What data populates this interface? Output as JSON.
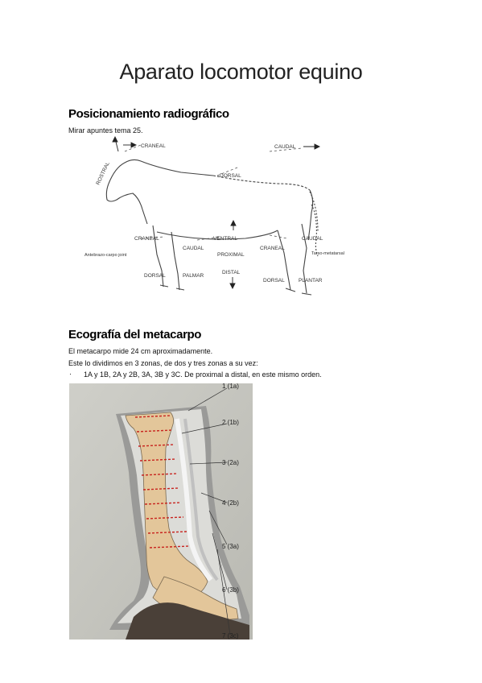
{
  "title": "Aparato locomotor equino",
  "section1": {
    "heading": "Posicionamiento radiográfico",
    "note": "Mirar apuntes tema 25."
  },
  "horse_diagram": {
    "labels": {
      "rostral": "ROSTRAL",
      "craneal_top": "CRANEAL",
      "caudal_top": "CAUDAL",
      "dorsal_back": "DORSAL",
      "craneal_front": "CRANEAL",
      "caudal_front": "CAUDAL",
      "ventral": "VENTRAL",
      "proximal": "PROXIMAL",
      "distal": "DISTAL",
      "craneal_hind": "CRANEAL",
      "caudal_hind": "CAUDAL",
      "dorsal_front": "DORSAL",
      "palmar": "PALMAR",
      "dorsal_hind": "DORSAL",
      "plantar": "PLANTAR",
      "carpal_joint": "Antebrazo-carpo joint",
      "tarsal_joint": "Tarso-metatarsal"
    }
  },
  "section2": {
    "heading": "Ecografía del metacarpo",
    "line1": "El metacarpo mide 24 cm aproximadamente.",
    "line2": "Este lo dividimos en 3 zonas, de dos y tres zonas a su vez:",
    "bullet": "1A y 1B, 2A y 2B, 3A, 3B y 3C. De proximal a distal, en este mismo orden."
  },
  "metacarpo_figure": {
    "zone_labels": [
      "1 (1a)",
      "2 (1b)",
      "3 (2a)",
      "4 (2b)",
      "5 (3a)",
      "6 (3b)",
      "7 (3c)"
    ]
  }
}
